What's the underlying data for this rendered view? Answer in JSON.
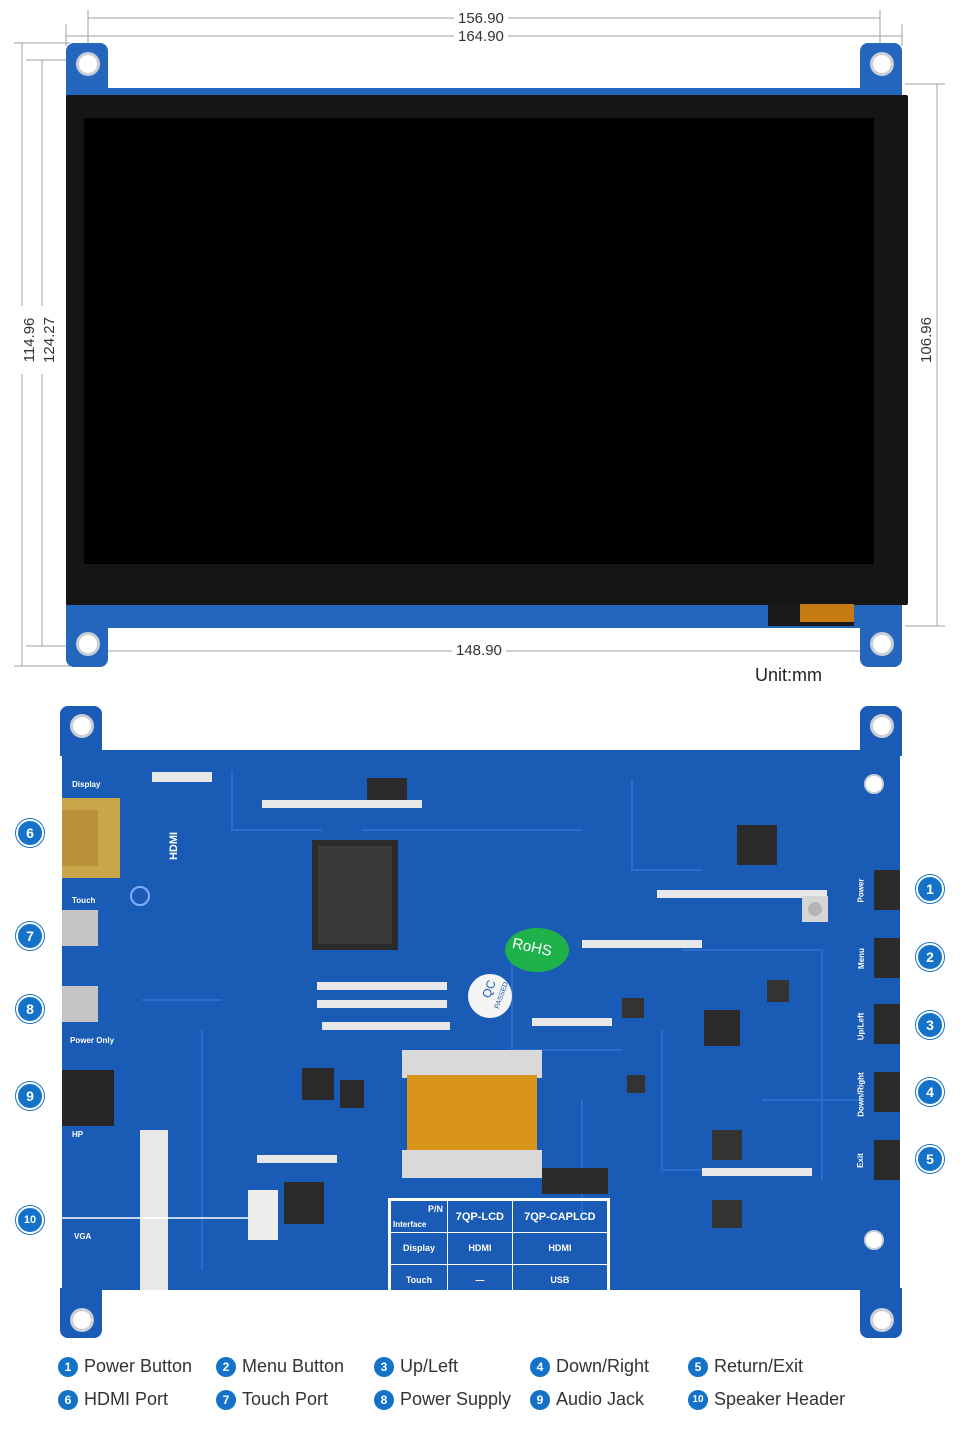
{
  "front_view": {
    "width_inner": "156.90",
    "width_outer": "164.90",
    "width_bottom": "148.90",
    "height_left_outer": "114.96",
    "height_left_inner": "124.27",
    "height_right": "106.96",
    "unit": "Unit:mm"
  },
  "back_view": {
    "silk_labels": {
      "display": "Display",
      "hdmi": "HDMI",
      "touch": "Touch",
      "power_only": "Power Only",
      "hp": "HP",
      "vga": "VGA",
      "power": "Power",
      "menu": "Menu",
      "up_left": "Up/Left",
      "down_right": "Down/Right",
      "exit": "Exit",
      "rohs": "RoHS",
      "qc": "QC",
      "passed": "PASSED"
    },
    "spec_table": {
      "corner_top": "P/N",
      "corner_bottom": "Interface",
      "col1": "7QP-LCD",
      "col2": "7QP-CAPLCD",
      "rows": [
        {
          "label": "Display",
          "v1": "HDMI",
          "v2": "HDMI"
        },
        {
          "label": "Touch",
          "v1": "—",
          "v2": "USB"
        }
      ]
    },
    "callouts": [
      "1",
      "2",
      "3",
      "4",
      "5",
      "6",
      "7",
      "8",
      "9",
      "10"
    ]
  },
  "legend": [
    {
      "num": "1",
      "label": "Power Button"
    },
    {
      "num": "2",
      "label": "Menu Button"
    },
    {
      "num": "3",
      "label": "Up/Left"
    },
    {
      "num": "4",
      "label": "Down/Right"
    },
    {
      "num": "5",
      "label": "Return/Exit"
    },
    {
      "num": "6",
      "label": "HDMI Port"
    },
    {
      "num": "7",
      "label": "Touch Port"
    },
    {
      "num": "8",
      "label": "Power Supply"
    },
    {
      "num": "9",
      "label": "Audio Jack"
    },
    {
      "num": "10",
      "label": "Speaker Header"
    }
  ],
  "colors": {
    "pcb_blue": "#1a5bb5",
    "callout_blue": "#1473c9",
    "screen_black": "#000000",
    "bezel": "#111111"
  }
}
